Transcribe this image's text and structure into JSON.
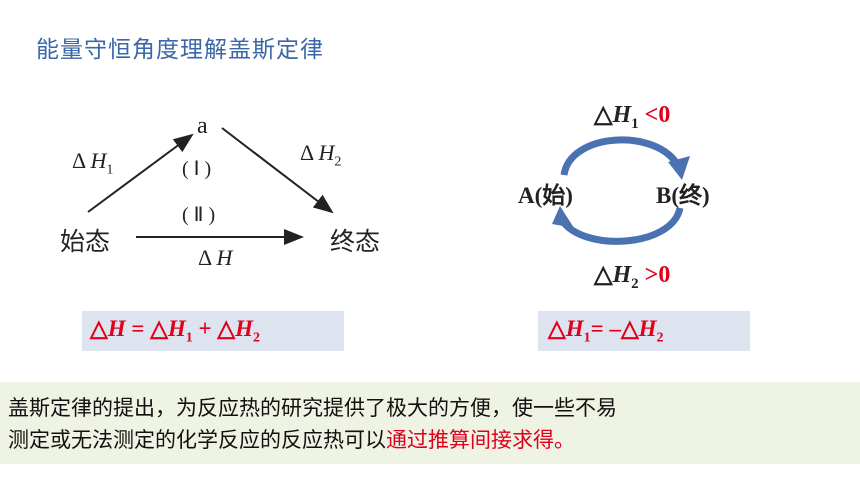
{
  "title": "能量守恒角度理解盖斯定律",
  "left_diagram": {
    "node_a": "a",
    "node_start": "始态",
    "node_end": "终态",
    "route_1": "( Ⅰ )",
    "route_2": "( Ⅱ )",
    "dh1_prefix": "Δ",
    "dh1_var": "H",
    "dh1_sub": "1",
    "dh2_prefix": "Δ",
    "dh2_var": "H",
    "dh2_sub": "2",
    "dh_prefix": "Δ",
    "dh_var": "H"
  },
  "left_formula": {
    "text": "△H = △H1 + △H2"
  },
  "cycle": {
    "top_symbol": "△",
    "top_var": "H",
    "top_sub": "1",
    "top_cond": "<0",
    "node_a": "A(始)",
    "node_b": "B(终)",
    "bottom_symbol": "△",
    "bottom_var": "H",
    "bottom_sub": "2",
    "bottom_cond": ">0",
    "arrow_color": "#4a72b0"
  },
  "right_formula": {
    "text": "△H1= –△H2"
  },
  "conclusion": {
    "line1": "盖斯定律的提出，为反应热的研究提供了极大的方便，使一些不易",
    "line2_plain": "测定或无法测定的化学反应的反应热可以",
    "line2_highlight": "通过推算间接求得。"
  },
  "colors": {
    "title": "#3a67a8",
    "red": "#e0001b",
    "box_bg": "#dde4ef",
    "conclusion_bg": "#eef3e4"
  }
}
